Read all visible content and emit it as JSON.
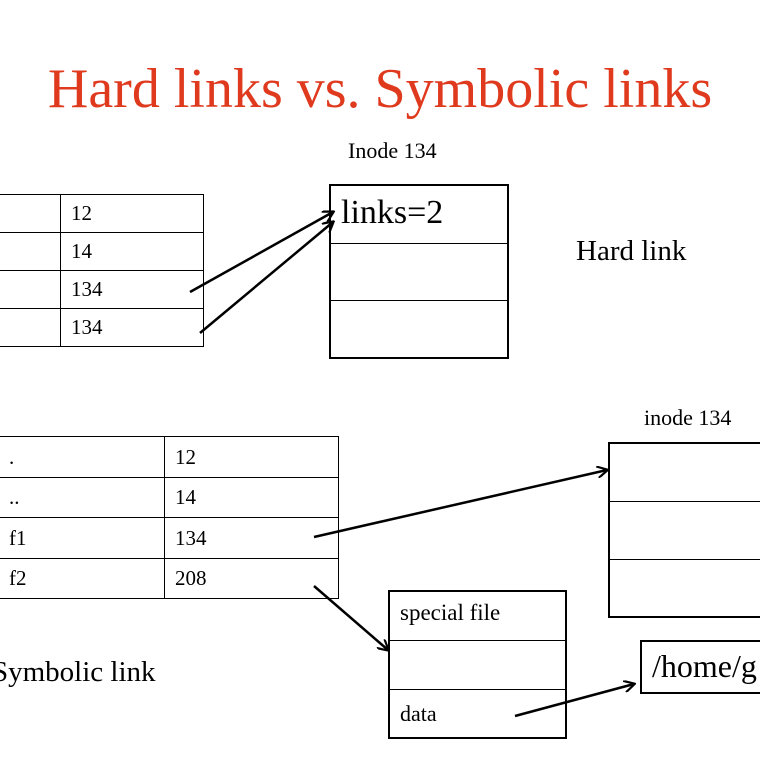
{
  "title": "Hard links vs. Symbolic links",
  "hard_link": {
    "inode_caption": "Inode 134",
    "inode_first_row": "links=2",
    "label": "Hard link",
    "dir_entries": [
      {
        "name": "",
        "inode": "12"
      },
      {
        "name": "",
        "inode": "14"
      },
      {
        "name": "",
        "inode": "134"
      },
      {
        "name": "",
        "inode": "134"
      }
    ]
  },
  "symbolic_link": {
    "inode_caption": "inode 134",
    "label": "Symbolic link",
    "dir_entries": [
      {
        "name": ".",
        "inode": "12"
      },
      {
        "name": "..",
        "inode": "14"
      },
      {
        "name": "f1",
        "inode": "134"
      },
      {
        "name": "f2",
        "inode": "208"
      }
    ],
    "special_file_rows": [
      "special file",
      "",
      "data"
    ],
    "path_text": "/home/g"
  }
}
